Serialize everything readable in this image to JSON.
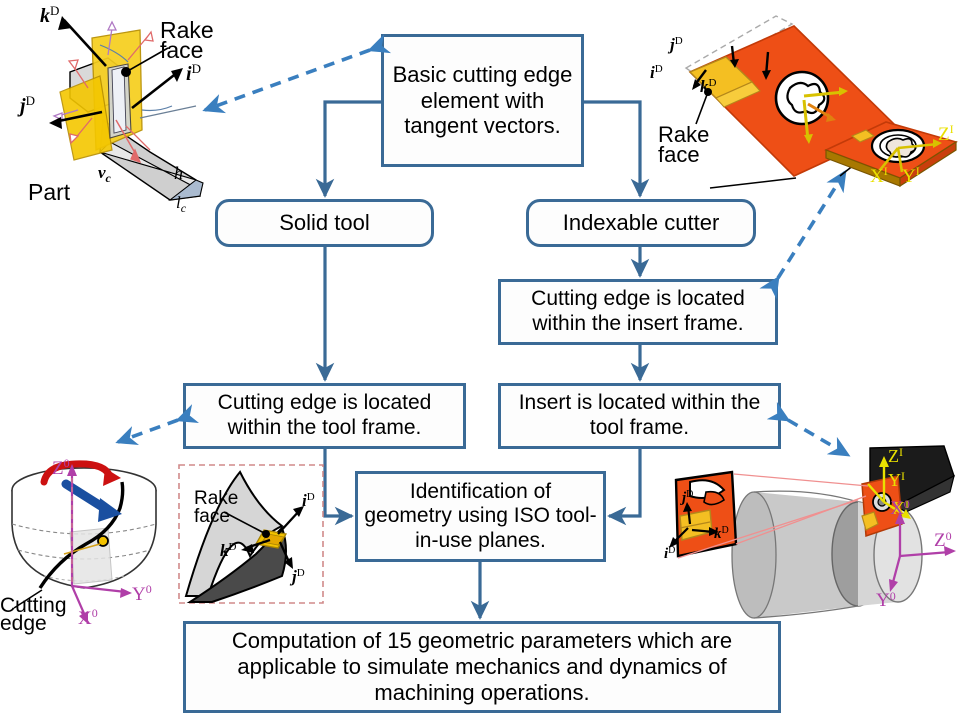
{
  "diagram": {
    "title": "Cutting edge geometry identification flowchart",
    "accent_color": "#3a6a96",
    "dashed_arrow_color": "#3a7fbf",
    "insert_color": "#ee4f16",
    "rake_color": "#f2c200",
    "axis_color": "#b03fa8"
  },
  "nodes": {
    "basic": "Basic cutting edge element with tangent vectors.",
    "solid_tool": "Solid tool",
    "indexable_cutter": "Indexable cutter",
    "insert_frame": "Cutting edge is located within the insert frame.",
    "tool_frame_edge": "Cutting edge is located within the tool frame.",
    "tool_frame_insert": "Insert is located within the tool frame.",
    "identification": "Identification of geometry using ISO tool-in-use planes.",
    "computation": "Computation of 15 geometric parameters which are applicable to simulate mechanics and dynamics of machining operations."
  },
  "illustrations": {
    "top_left": {
      "name": "cutting-edge-element-illustration",
      "labels": {
        "k_vector": "k",
        "k_sup": "D",
        "i_vector": "i",
        "i_sup": "D",
        "j_vector": "j",
        "j_sup": "D",
        "rake_face_line1": "Rake",
        "rake_face_line2": "face",
        "part": "Part",
        "vc": "v",
        "vc_sub": "c",
        "h": "h",
        "lc": "l",
        "lc_sub": "c"
      }
    },
    "top_right": {
      "name": "indexable-insert-illustration",
      "labels": {
        "i_vector": "i",
        "j_vector": "j",
        "k_vector": "k",
        "sup": "D",
        "rake_face_line1": "Rake",
        "rake_face_line2": "face",
        "axis_x": "X",
        "axis_y": "Y",
        "axis_z": "Z",
        "axis_sup": "I"
      }
    },
    "bottom_left": {
      "name": "solid-tool-flute-illustration",
      "labels": {
        "axis_z": "Z",
        "axis_y": "Y",
        "axis_x": "X",
        "axis_sup": "0",
        "cutting_edge_line1": "Cutting",
        "cutting_edge_line2": "edge"
      }
    },
    "bottom_left_inset": {
      "name": "rake-face-detail-inset",
      "labels": {
        "rake_face_line1": "Rake",
        "rake_face_line2": "face",
        "i_vector": "i",
        "j_vector": "j",
        "k_vector": "k",
        "sup": "D"
      }
    },
    "bottom_right": {
      "name": "turning-tool-workpiece-illustration",
      "labels": {
        "insert_i": "i",
        "insert_j": "j",
        "insert_k": "k",
        "insert_sup": "D",
        "tool_x": "X",
        "tool_y": "Y",
        "tool_z": "Z",
        "tool_sup": "I",
        "work_x": "X",
        "work_y": "Y",
        "work_z": "Z",
        "work_sup": "0"
      }
    }
  },
  "connectors": {
    "solid": [
      "basic-left-down-to-solid-tool",
      "basic-right-down-to-indexable-cutter",
      "solid-tool-down-to-tool-frame-edge",
      "indexable-cutter-down-to-insert-frame",
      "insert-frame-down-to-tool-frame-insert",
      "tool-frame-edge-elbow-to-identification",
      "tool-frame-insert-elbow-to-identification",
      "identification-down-to-computation"
    ],
    "dashed_bidirectional": [
      "basic-to-top-left-illustration",
      "indexable-cutter-to-top-right-illustration",
      "tool-frame-edge-to-bottom-left-illustration",
      "tool-frame-insert-to-bottom-right-illustration"
    ]
  }
}
